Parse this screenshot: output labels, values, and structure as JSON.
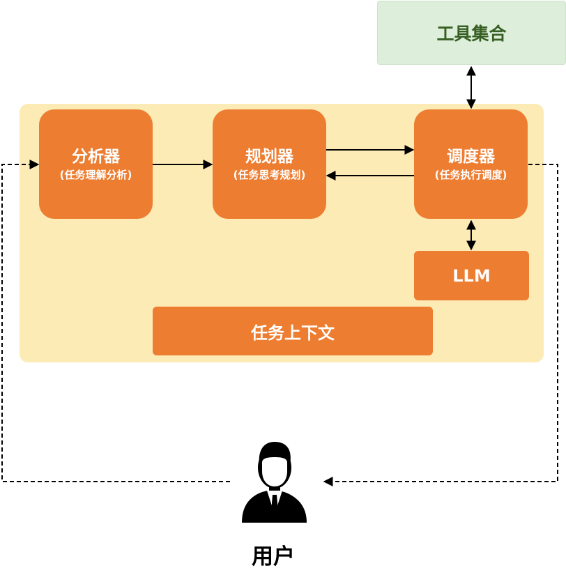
{
  "tools": {
    "label": "工具集合"
  },
  "modules": {
    "analyzer": {
      "title": "分析器",
      "subtitle": "(任务理解分析)"
    },
    "planner": {
      "title": "规划器",
      "subtitle": "(任务思考规划)"
    },
    "scheduler": {
      "title": "调度器",
      "subtitle": "(任务执行调度)"
    }
  },
  "llm": {
    "label": "LLM"
  },
  "context": {
    "label": "任务上下文"
  },
  "user": {
    "label": "用户",
    "icon": "user-business-icon"
  },
  "colors": {
    "container": "#FDEBB6",
    "module": "#ED7D31",
    "tools_bg": "#DDEEDB",
    "tools_text": "#375F23"
  }
}
